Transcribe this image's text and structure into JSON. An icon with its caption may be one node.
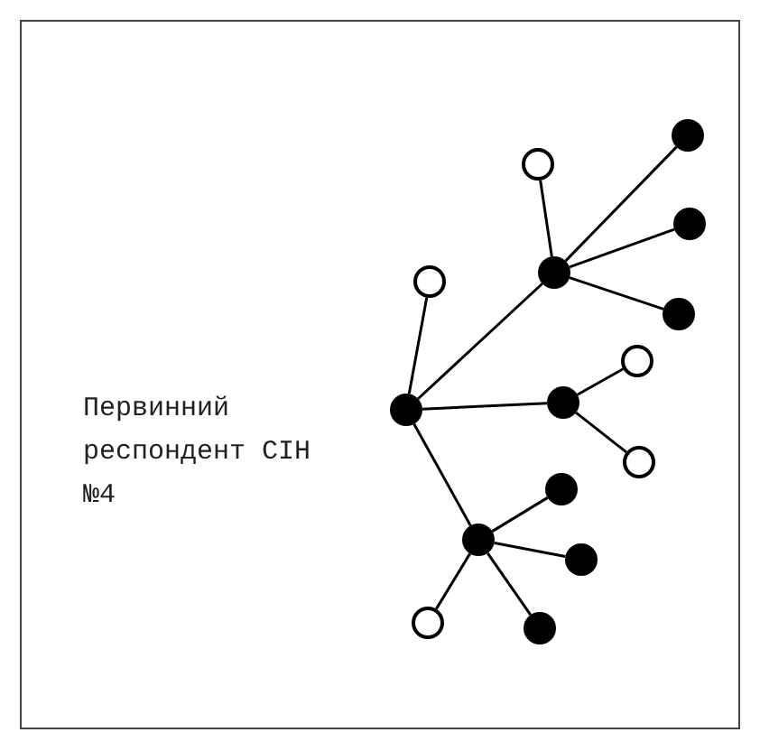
{
  "diagram": {
    "nodes": [
      {
        "text": [],
        "shape": "circle",
        "beside": [
          "Первинний респондент СІН №4"
        ]
      },
      {
        "text": [],
        "shape": "circle"
      },
      {
        "text": [],
        "shape": "circle"
      },
      {
        "text": [],
        "shape": "circle"
      },
      {
        "text": [],
        "shape": "circle"
      },
      {
        "text": [],
        "shape": "circle"
      },
      {
        "text": [],
        "shape": "circle"
      },
      {
        "text": [],
        "shape": "circle"
      },
      {
        "text": [],
        "shape": "circle"
      },
      {
        "text": [],
        "shape": "circle"
      },
      {
        "text": [],
        "shape": "circle"
      },
      {
        "text": [],
        "shape": "circle"
      },
      {
        "text": [],
        "shape": "circle"
      },
      {
        "text": [],
        "shape": "circle"
      },
      {
        "text": [],
        "shape": "circle"
      }
    ],
    "edges": [
      {
        "from": 0,
        "to": 1,
        "arrow": "none"
      },
      {
        "from": 0,
        "to": 2,
        "arrow": "none"
      },
      {
        "from": 0,
        "to": 3,
        "arrow": "none"
      },
      {
        "from": 0,
        "to": 4,
        "arrow": "none"
      },
      {
        "from": 1,
        "to": 5,
        "arrow": "none"
      },
      {
        "from": 1,
        "to": 6,
        "arrow": "none"
      },
      {
        "from": 1,
        "to": 7,
        "arrow": "none"
      },
      {
        "from": 1,
        "to": 8,
        "arrow": "none"
      },
      {
        "from": 2,
        "to": 9,
        "arrow": "none"
      },
      {
        "from": 2,
        "to": 10,
        "arrow": "none"
      },
      {
        "from": 3,
        "to": 11,
        "arrow": "none"
      },
      {
        "from": 3,
        "to": 12,
        "arrow": "none"
      },
      {
        "from": 3,
        "to": 13,
        "arrow": "none"
      },
      {
        "from": 3,
        "to": 14,
        "arrow": "none"
      }
    ]
  }
}
